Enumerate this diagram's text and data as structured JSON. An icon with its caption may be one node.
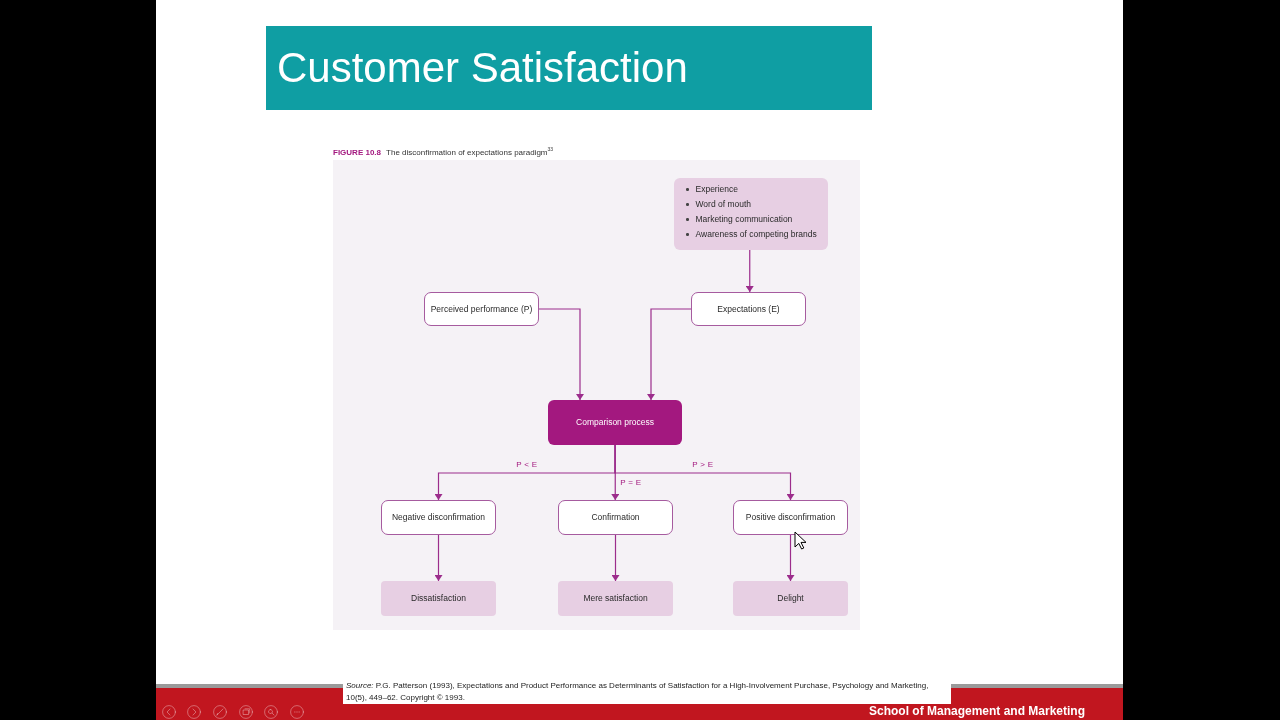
{
  "diagram": {
    "title": "Customer Satisfaction",
    "caption": "**FIGURE 10.8** The disconfirmation of expectations paradigm$^{33}$",
    "nodes": [
      {
        "text": [
          "Experience",
          "Word of mouth",
          "Marketing communication",
          "Awareness of competing brands"
        ]
      },
      {
        "text": [
          "Perceived performance (P)"
        ]
      },
      {
        "text": [
          "Expectations (E)"
        ]
      },
      {
        "text": [
          "Comparison process"
        ]
      },
      {
        "text": [
          "Negative disconfirmation"
        ]
      },
      {
        "text": [
          "Confirmation"
        ]
      },
      {
        "text": [
          "Positive disconfirmation"
        ]
      },
      {
        "text": [
          "Dissatisfaction"
        ]
      },
      {
        "text": [
          "Mere satisfaction"
        ]
      },
      {
        "text": [
          "Delight"
        ]
      }
    ],
    "edges": [
      {
        "from": 0,
        "to": 2,
        "arrow": "to"
      },
      {
        "from": 1,
        "to": 3,
        "arrow": "to"
      },
      {
        "from": 2,
        "to": 3,
        "arrow": "to"
      },
      {
        "from": 3,
        "to": 4,
        "arrow": "to",
        "label": "P < E"
      },
      {
        "from": 3,
        "to": 5,
        "arrow": "to",
        "label": "P = E"
      },
      {
        "from": 3,
        "to": 6,
        "arrow": "to",
        "label": "P > E"
      },
      {
        "from": 4,
        "to": 7,
        "arrow": "to"
      },
      {
        "from": 5,
        "to": 8,
        "arrow": "to"
      },
      {
        "from": 6,
        "to": 9,
        "arrow": "to"
      }
    ],
    "labels": [
      "*Source:* P.G. Patterson (1993), Expectations and Product Performance as Determinants of Satisfaction for a High-Involvement Purchase, Psychology and Marketing, 10(5), 449–62. Copyright © 1993.",
      "School of Management and Marketing"
    ]
  }
}
